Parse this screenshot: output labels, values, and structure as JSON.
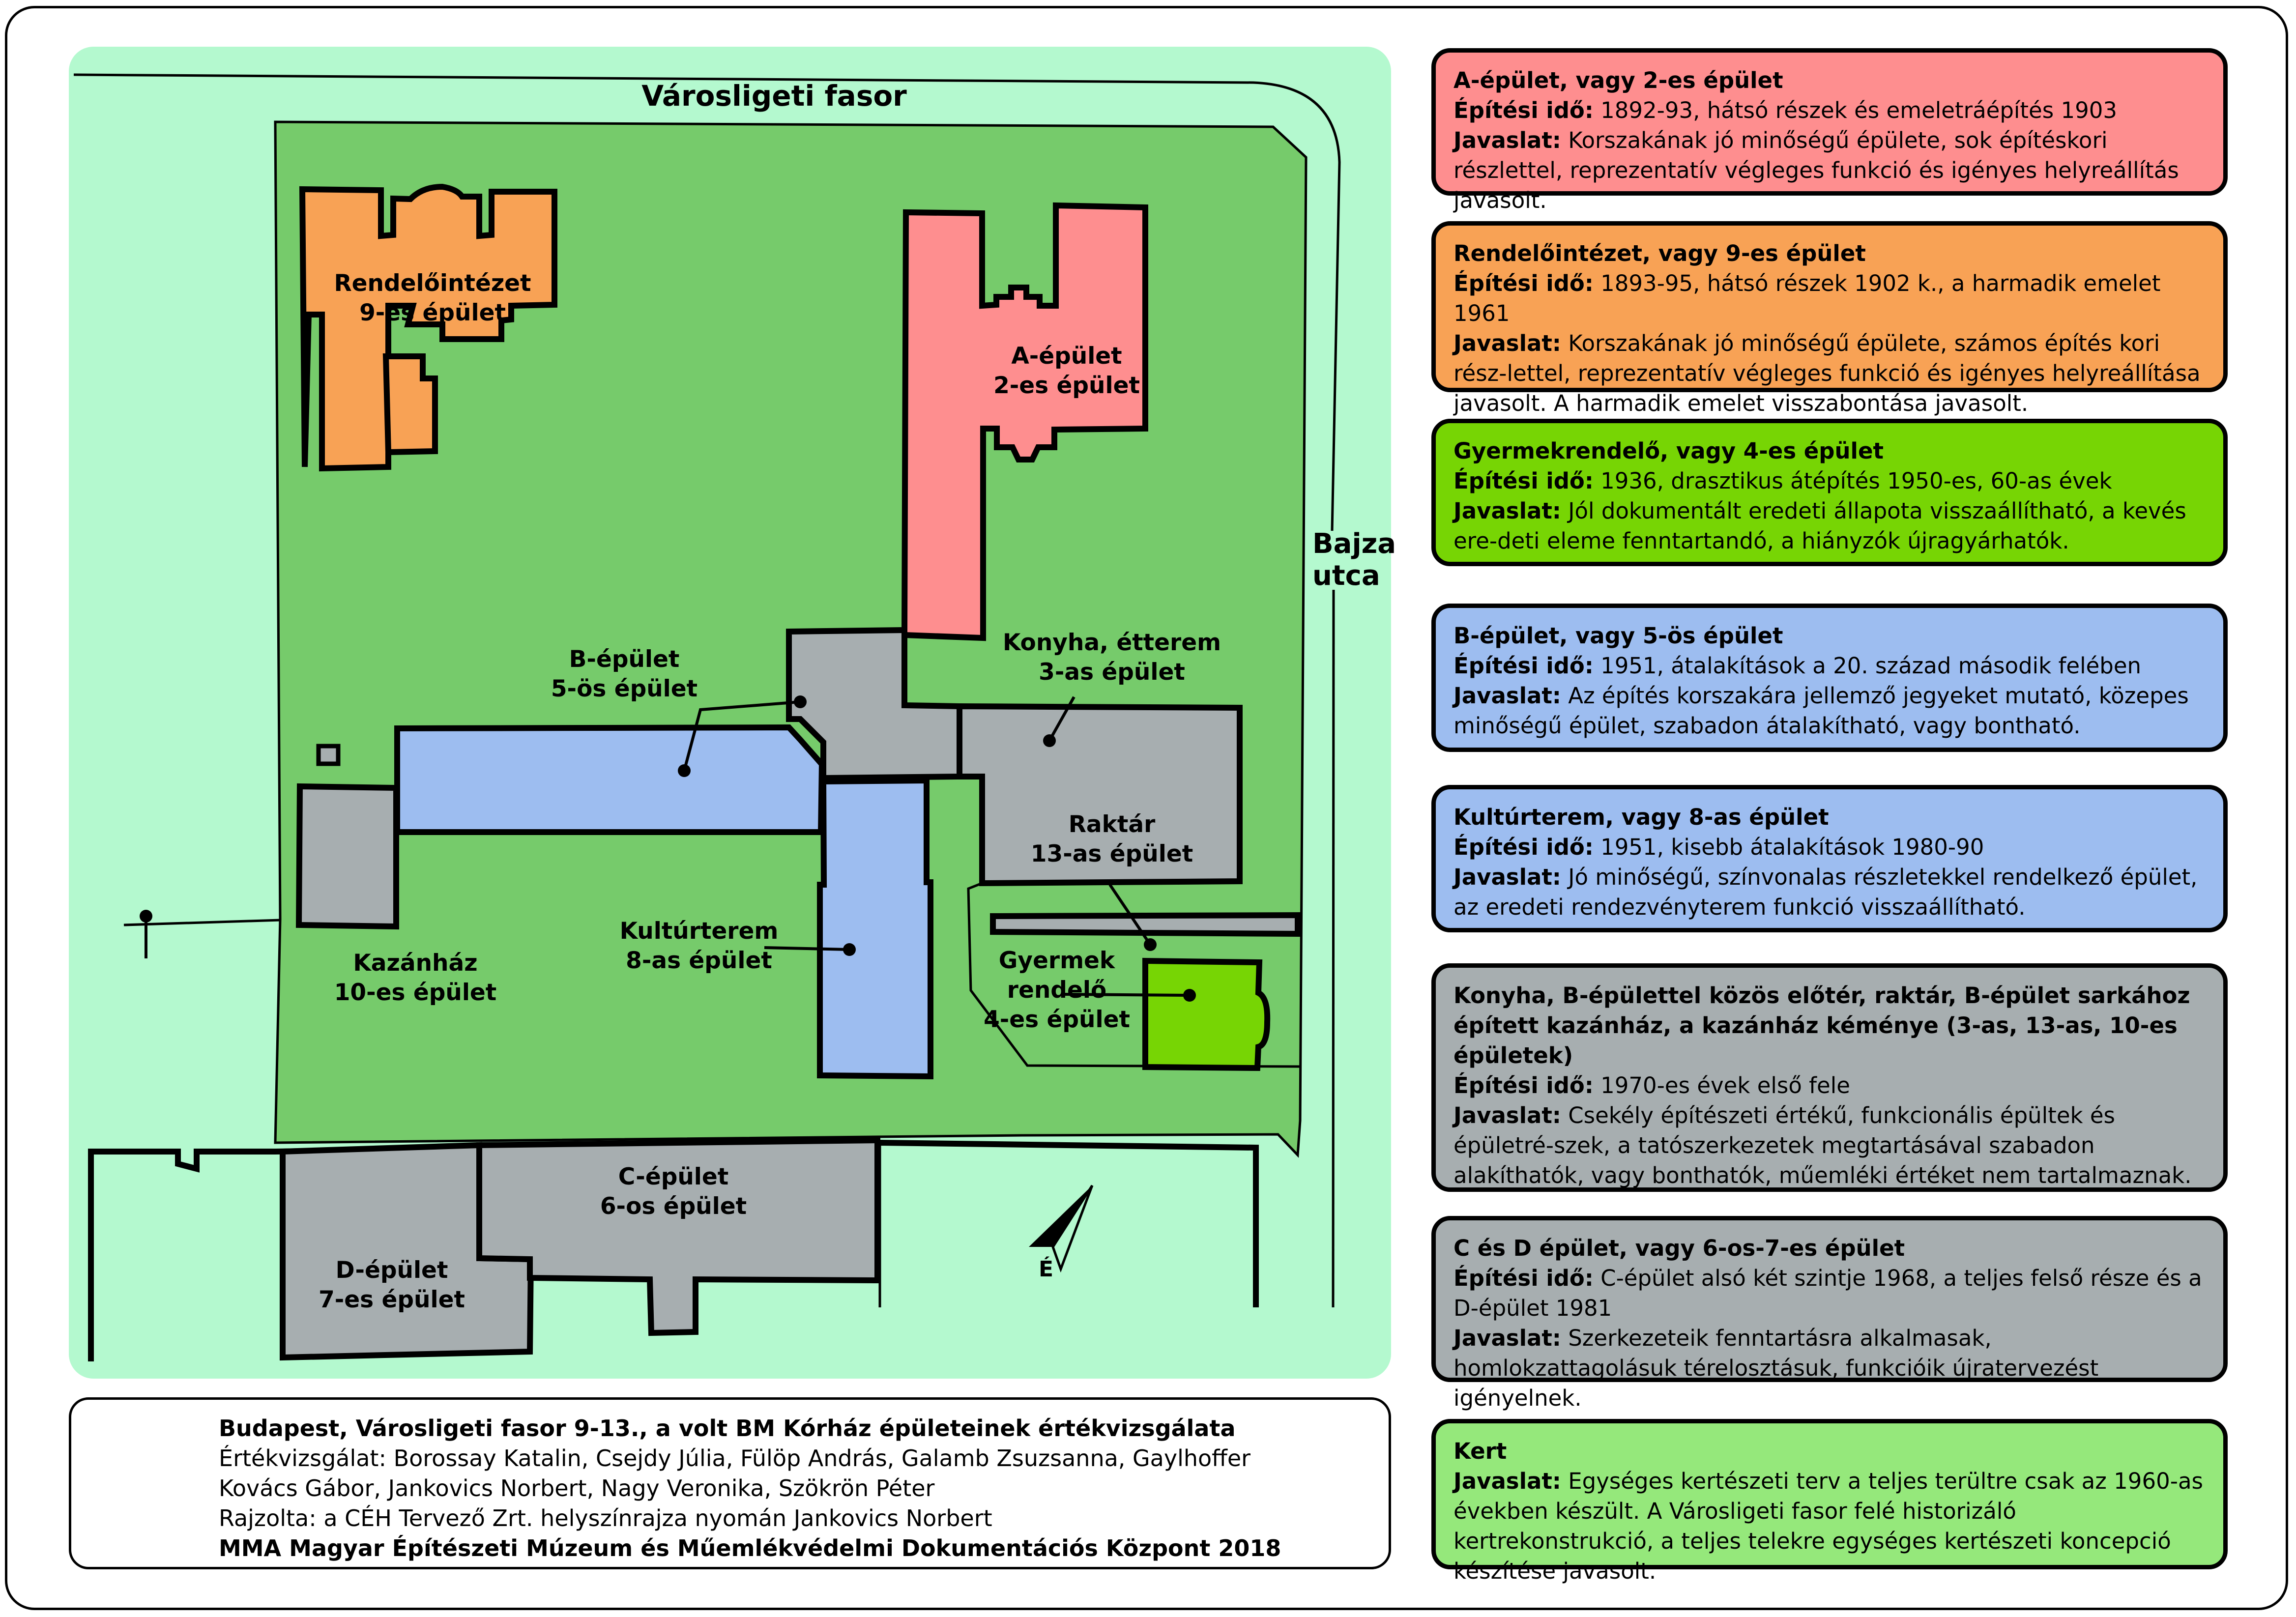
{
  "colors": {
    "street_area": "#b4f9cf",
    "garden": "#76cb6b",
    "a_building": "#fe8e8f",
    "rendelo": "#f8a255",
    "gyermekrendelo": "#77d504",
    "b_building": "#9dbdf0",
    "grey_buildings": "#a7aeb0",
    "kert_card": "#95e87b"
  },
  "map": {
    "streets": {
      "north": "Városligeti fasor",
      "east_line1": "Bajza",
      "east_line2": "utca"
    },
    "north_arrow_label": "É",
    "buildings": [
      {
        "id": "rendelo",
        "line1": "Rendelőintézet",
        "line2": "9-es épület"
      },
      {
        "id": "a",
        "line1": "A-épület",
        "line2": "2-es épület"
      },
      {
        "id": "b",
        "line1": "B-épület",
        "line2": "5-ös épület"
      },
      {
        "id": "konyha",
        "line1": "Konyha, étterem",
        "line2": "3-as épület"
      },
      {
        "id": "raktar",
        "line1": "Raktár",
        "line2": "13-as épület"
      },
      {
        "id": "kultur",
        "line1": "Kultúrterem",
        "line2": "8-as épület"
      },
      {
        "id": "kazan",
        "line1": "Kazánház",
        "line2": "10-es épület"
      },
      {
        "id": "gyermek",
        "line1": "Gyermek",
        "line2": "rendelő",
        "line3": "4-es épület"
      },
      {
        "id": "c",
        "line1": "C-épület",
        "line2": "6-os épület"
      },
      {
        "id": "d",
        "line1": "D-épület",
        "line2": "7-es épület"
      }
    ]
  },
  "legend_cards": [
    {
      "color": "#fe8e8f",
      "title": "A-épület, vagy 2-es épület",
      "time_label": "Építési idő:",
      "time_text": " 1892-93, hátsó részek és emeletráépítés 1903",
      "proposal_label": "Javaslat:",
      "proposal_text": " Korszakának jó minőségű épülete, sok építéskori részlettel, reprezentatív végleges funkció és igényes helyreállítás javasolt."
    },
    {
      "color": "#f8a255",
      "title": "Rendelőintézet, vagy 9-es épület",
      "time_label": "Építési idő:",
      "time_text": " 1893-95, hátsó részek 1902 k., a harmadik emelet 1961",
      "proposal_label": "Javaslat:",
      "proposal_text": " Korszakának jó minőségű épülete, számos építés kori rész-lettel, reprezentatív végleges funkció és igényes helyreállítása javasolt. A harmadik emelet visszabontása javasolt."
    },
    {
      "color": "#77d504",
      "title": "Gyermekrendelő, vagy 4-es épület",
      "time_label": "Építési idő:",
      "time_text": " 1936, drasztikus átépítés 1950-es, 60-as évek",
      "proposal_label": "Javaslat:",
      "proposal_text": " Jól dokumentált eredeti állapota visszaállítható, a kevés ere-deti eleme fenntartandó, a hiányzók újragyárhatók."
    },
    {
      "color": "#9dbdf0",
      "title": "B-épület, vagy 5-ös épület",
      "time_label": "Építési idő:",
      "time_text": " 1951, átalakítások a 20. század második felében",
      "proposal_label": "Javaslat:",
      "proposal_text": " Az építés korszakára jellemző jegyeket mutató, közepes minőségű épület, szabadon átalakítható, vagy bontható."
    },
    {
      "color": "#9dbdf0",
      "title": "Kultúrterem, vagy 8-as épület",
      "time_label": "Építési idő:",
      "time_text": " 1951, kisebb átalakítások 1980-90",
      "proposal_label": "Javaslat:",
      "proposal_text": " Jó minőségű, színvonalas részletekkel rendelkező épület, az eredeti rendezvényterem funkció visszaállítható."
    },
    {
      "color": "#a7aeb0",
      "title": "Konyha, B-épülettel közös előtér, raktár, B-épület sarkához épített kazánház, a kazánház kéménye (3-as, 13-as, 10-es épületek)",
      "time_label": "Építési idő:",
      "time_text": " 1970-es évek első fele",
      "proposal_label": "Javaslat:",
      "proposal_text": " Csekély építészeti értékű, funkcionális épültek és épületré-szek, a tatószerkezetek megtartásával szabadon alakíthatók, vagy bonthatók, műemléki értéket nem tartalmaznak."
    },
    {
      "color": "#a7aeb0",
      "title": "C és D épület, vagy 6-os-7-es épület",
      "time_label": "Építési idő:",
      "time_text": " C-épület alsó két szintje 1968, a teljes felső része és a D-épület 1981",
      "proposal_label": "Javaslat:",
      "proposal_text": " Szerkezeteik fenntartásra alkalmasak, homlokzattagolásuk térelosztásuk, funkcióik újratervezést igényelnek."
    },
    {
      "color": "#95e87b",
      "title": "Kert",
      "time_label": "",
      "time_text": "",
      "proposal_label": "Javaslat:",
      "proposal_text": " Egységes kertészeti terv a teljes terültre csak az 1960-as években készült. A Városligeti fasor felé historizáló kertrekonstrukció, a teljes telekre egységes kertészeti koncepció készítése javasolt."
    }
  ],
  "footer": {
    "title": "Budapest, Városligeti fasor 9-13., a volt BM Kórház épületeinek értékvizsgálata",
    "line2": "Értékvizsgálat: Borossay Katalin, Csejdy Júlia, Fülöp András, Galamb Zsuzsanna, Gaylhoffer",
    "line3": "Kovács Gábor, Jankovics Norbert, Nagy Veronika, Szökrön Péter",
    "line4": "Rajzolta: a CÉH Tervező Zrt. helyszínrajza nyomán Jankovics Norbert",
    "line5": "MMA Magyar Építészeti Múzeum és Műemlékvédelmi Dokumentációs Központ 2018"
  }
}
